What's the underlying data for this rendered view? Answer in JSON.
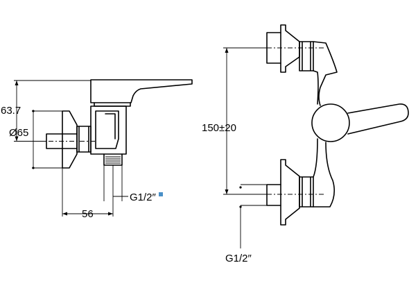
{
  "dimensions": {
    "side_height": "63.7",
    "side_diameter": "Ø65",
    "side_thread": "G1/2″",
    "side_depth": "56",
    "front_spacing": "150±20",
    "front_thread": "G1/2″"
  },
  "colors": {
    "line": "#000000",
    "marker": "#4a90c8"
  }
}
